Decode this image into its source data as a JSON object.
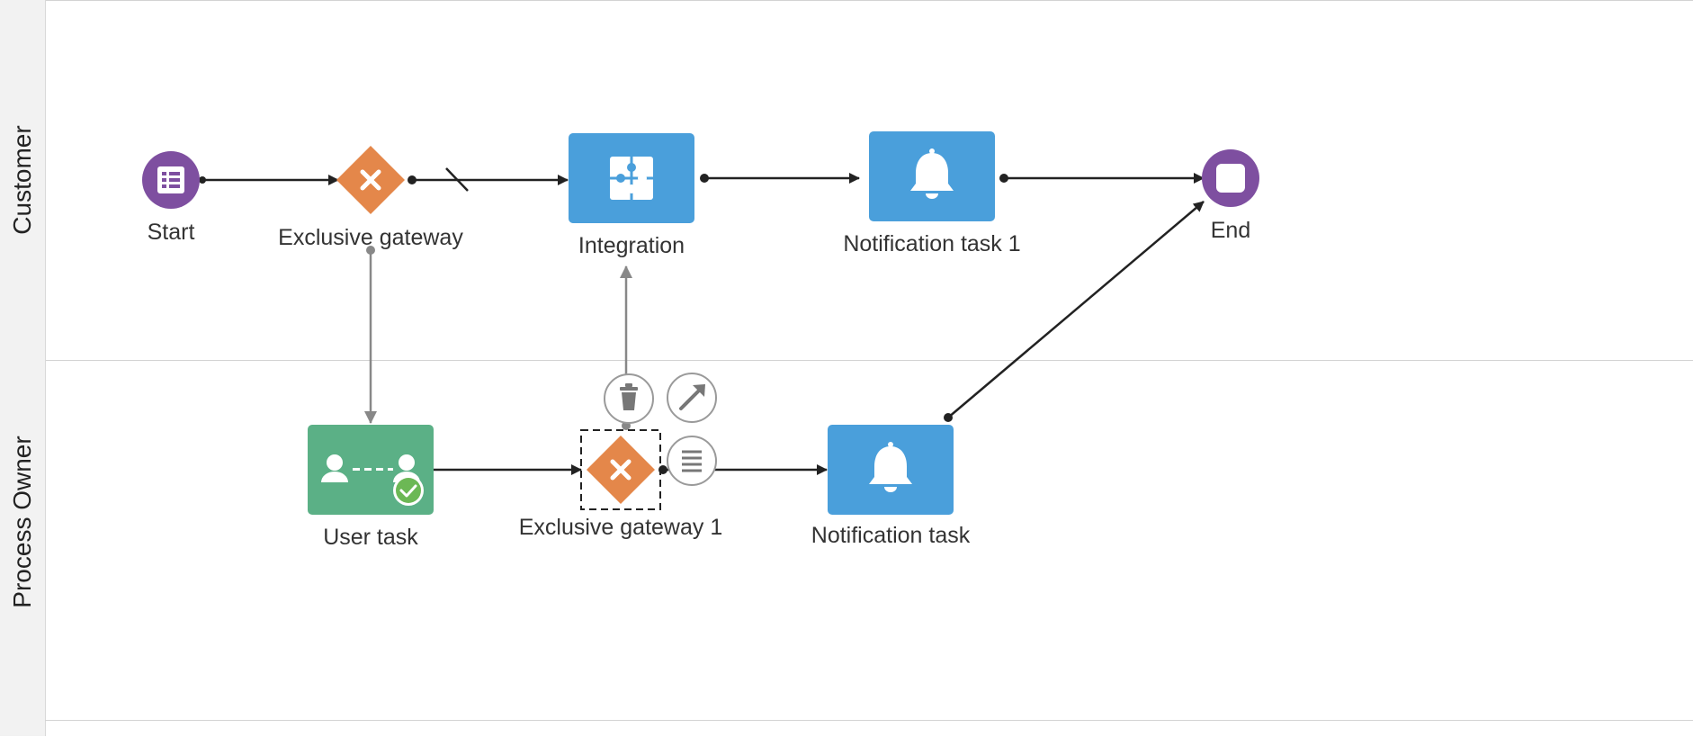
{
  "lanes": [
    {
      "label": "Customer"
    },
    {
      "label": "Process Owner"
    }
  ],
  "nodes": {
    "start": {
      "label": "Start",
      "icon": "form-list-icon",
      "color": "#7e4fa0"
    },
    "gateway": {
      "label": "Exclusive gateway",
      "icon": "x-icon",
      "color": "#e4874a"
    },
    "integration": {
      "label": "Integration",
      "icon": "puzzle-icon",
      "color": "#4a9fdb"
    },
    "notification1": {
      "label": "Notification task 1",
      "icon": "bell-icon",
      "color": "#4a9fdb"
    },
    "end": {
      "label": "End",
      "icon": "stop-icon",
      "color": "#7e4fa0"
    },
    "user_task": {
      "label": "User task",
      "icon": "user-handoff-icon",
      "color": "#5bb086"
    },
    "gateway1": {
      "label": "Exclusive gateway 1",
      "icon": "x-icon",
      "color": "#e4874a"
    },
    "notification": {
      "label": "Notification task",
      "icon": "bell-icon",
      "color": "#4a9fdb"
    }
  },
  "edges": [
    {
      "from": "Start",
      "to": "Exclusive gateway"
    },
    {
      "from": "Exclusive gateway",
      "to": "Integration",
      "default": true
    },
    {
      "from": "Integration",
      "to": "Notification task 1"
    },
    {
      "from": "Notification task 1",
      "to": "End"
    },
    {
      "from": "Exclusive gateway",
      "to": "User task"
    },
    {
      "from": "User task",
      "to": "Exclusive gateway 1"
    },
    {
      "from": "Exclusive gateway 1",
      "to": "Integration"
    },
    {
      "from": "Exclusive gateway 1",
      "to": "Notification task"
    },
    {
      "from": "Notification task",
      "to": "End"
    }
  ],
  "selection": {
    "node": "Exclusive gateway 1",
    "tools": [
      "trash-icon",
      "arrow-connect-icon",
      "menu-lines-icon"
    ]
  }
}
